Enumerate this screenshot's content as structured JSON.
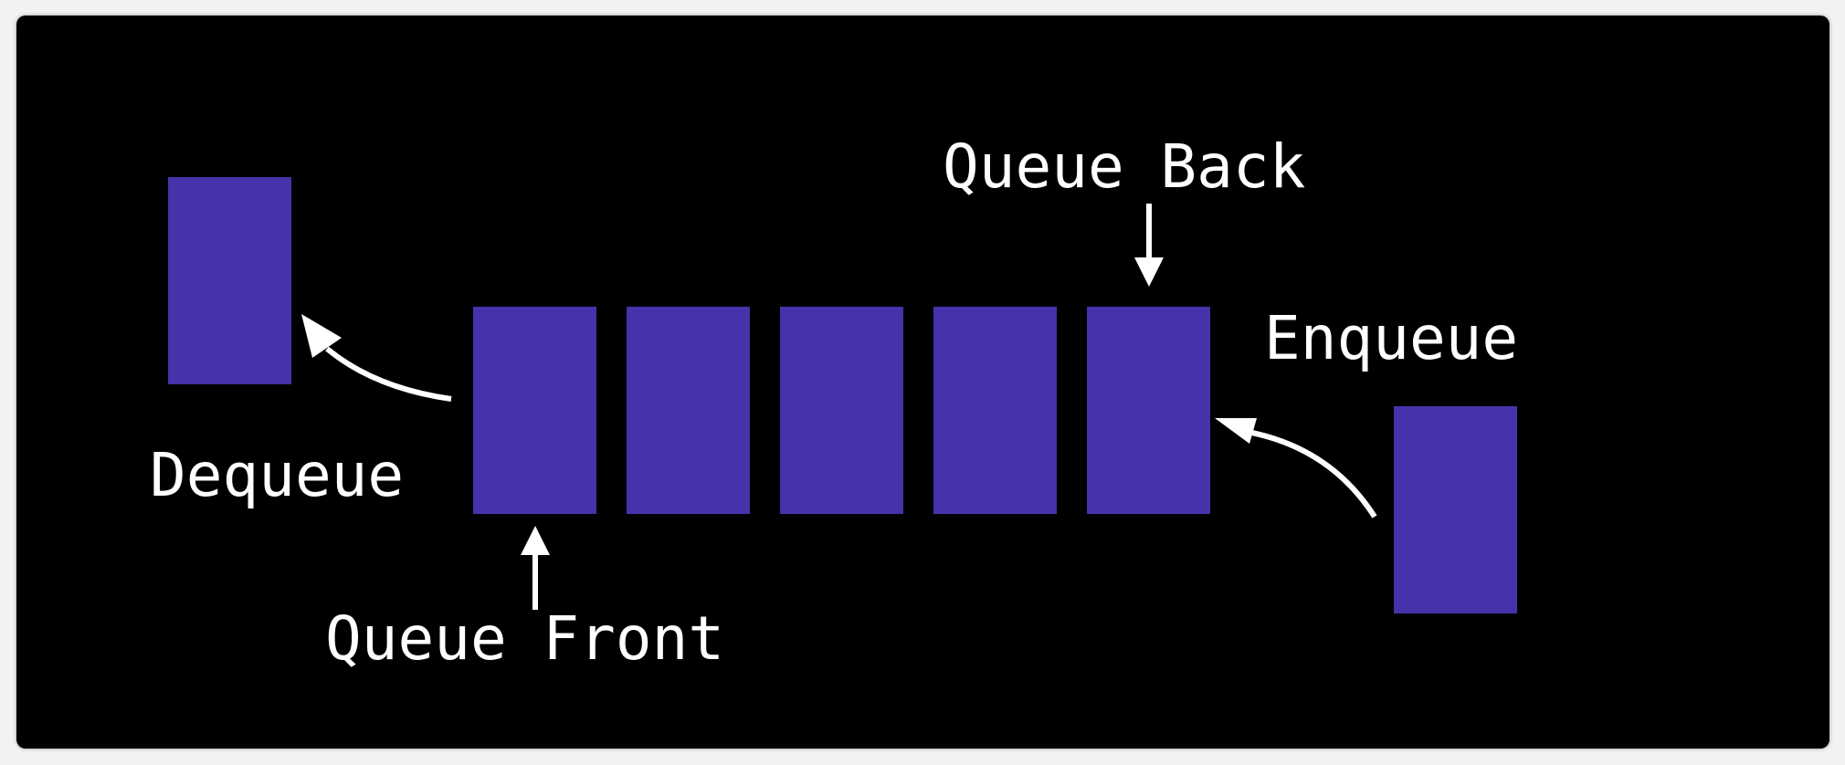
{
  "colors": {
    "background": "#000000",
    "block": "#4433aa",
    "text": "#ffffff",
    "arrow": "#ffffff"
  },
  "diagram": {
    "labels": {
      "queue_back": "Queue Back",
      "enqueue": "Enqueue",
      "dequeue": "Dequeue",
      "queue_front": "Queue Front"
    },
    "queue_block_count": 5
  }
}
